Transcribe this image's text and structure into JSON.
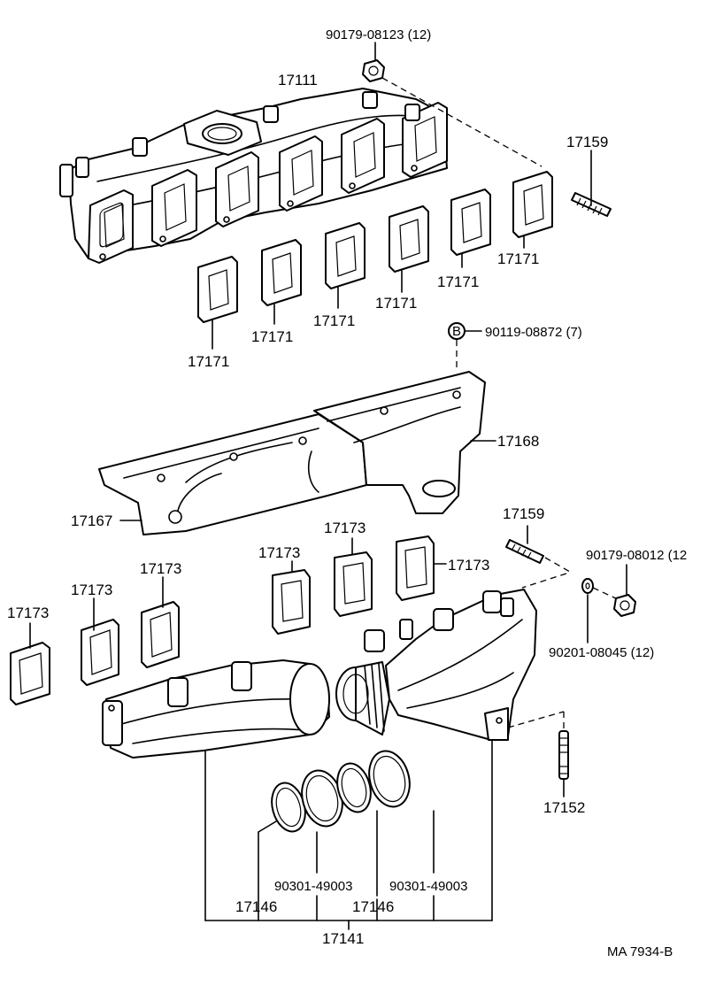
{
  "labels": {
    "bolt_top": "90179-08123 (12)",
    "manifold_upper": "17111",
    "stud_upper": "17159",
    "gasket_upper": "17171",
    "bolt_insulator": "90119-08872 (7)",
    "bolt_circle_letter": "B",
    "insulator_right": "17168",
    "insulator_left": "17167",
    "stud_lower": "17159",
    "nut_lower": "90179-08012 (12",
    "gasket_lower": "17173",
    "washer": "90201-08045 (12)",
    "stud_bottom": "17152",
    "ring_a": "90301-49003",
    "ring_b": "90301-49003",
    "bellows_a": "17146",
    "bellows_b": "17146",
    "manifold_lower": "17141",
    "figure_code": "MA  7934-B"
  }
}
